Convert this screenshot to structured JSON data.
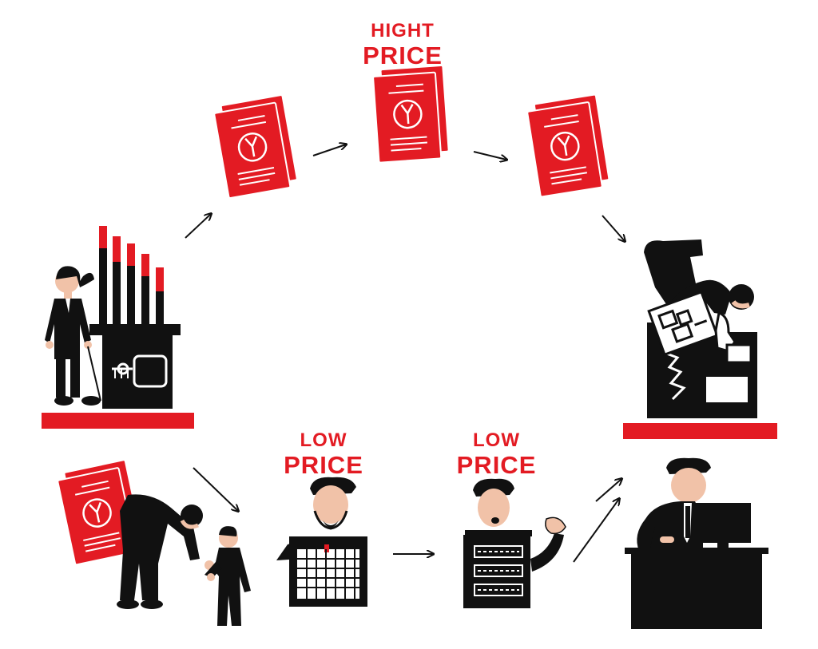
{
  "labels": {
    "high": {
      "line1": "HIGHT",
      "line2": "PRICE"
    },
    "low_left": {
      "line1": "LOW",
      "line2": "PRICE"
    },
    "low_right": {
      "line1": "LOW",
      "line2": "PRICE"
    }
  },
  "colors": {
    "accent": "#e31b23",
    "ink": "#111111",
    "skin": "#f1c2a8",
    "background": "#ffffff"
  },
  "icons": [
    "document-icon",
    "arrow-icon",
    "businesswoman-icon",
    "bar-chart-icon",
    "vault-safe-icon",
    "businessman-icon",
    "vendor-icon",
    "calendar-grid-icon",
    "computer-monitor-icon",
    "desk-icon"
  ]
}
